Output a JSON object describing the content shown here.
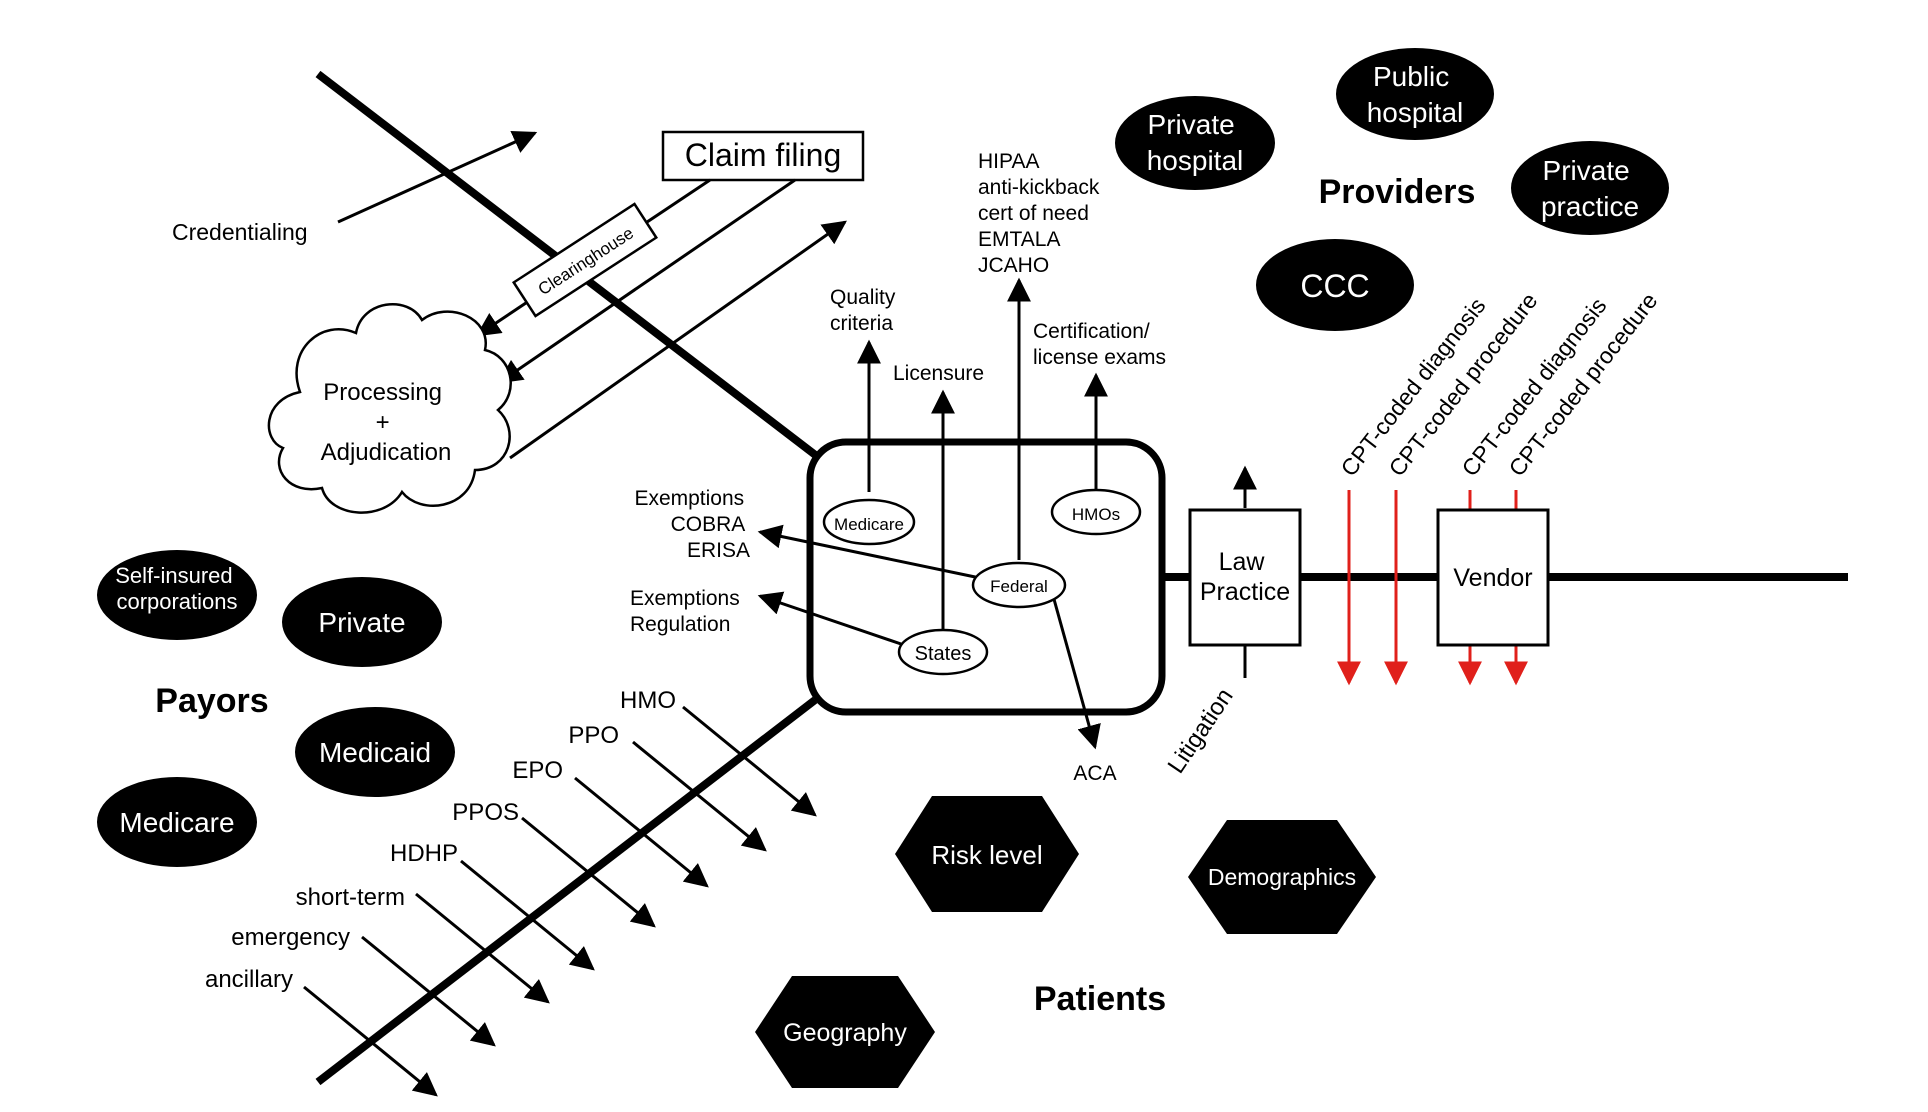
{
  "groups": {
    "payors": "Payors",
    "providers": "Providers",
    "patients": "Patients"
  },
  "payor_types": {
    "self_insured": [
      "Self-insured",
      "corporations"
    ],
    "private": "Private",
    "medicaid": "Medicaid",
    "medicare": "Medicare"
  },
  "provider_types": {
    "private_hospital": [
      "Private",
      "hospital"
    ],
    "public_hospital": [
      "Public",
      "hospital"
    ],
    "private_practice": [
      "Private",
      "practice"
    ],
    "ccc": "CCC"
  },
  "patient_factors": {
    "risk_level": "Risk level",
    "demographics": "Demographics",
    "geography": "Geography"
  },
  "claims": {
    "claim_filing": "Claim filing",
    "clearinghouse": "Clearinghouse",
    "credentialing": "Credentialing",
    "processing": [
      "Processing",
      "+",
      "Adjudication"
    ]
  },
  "plan_types": [
    "HMO",
    "PPO",
    "EPO",
    "PPOS",
    "HDHP",
    "short-term",
    "emergency",
    "ancillary"
  ],
  "regulation": {
    "medicare": "Medicare",
    "hmos": "HMOs",
    "federal": "Federal",
    "states": "States",
    "quality_criteria": [
      "Quality",
      "criteria"
    ],
    "licensure": "Licensure",
    "federal_laws": [
      "HIPAA",
      "anti-kickback",
      "cert of need",
      "EMTALA",
      "JCAHO"
    ],
    "certification": [
      "Certification/",
      "license exams"
    ],
    "federal_exemptions": [
      "Exemptions",
      "COBRA",
      "ERISA"
    ],
    "state_exemptions": [
      "Exemptions",
      "Regulation"
    ],
    "aca": "ACA"
  },
  "legal": {
    "law_practice": [
      "Law",
      "Practice"
    ],
    "litigation": "Litigation"
  },
  "vendor": {
    "label": "Vendor",
    "codes": [
      "CPT-coded diagnosis",
      "CPT-coded procedure",
      "CPT-coded diagnosis",
      "CPT-coded procedure"
    ]
  },
  "colors": {
    "ink": "#000000",
    "red_arrow": "#e0201b",
    "background": "#ffffff"
  }
}
